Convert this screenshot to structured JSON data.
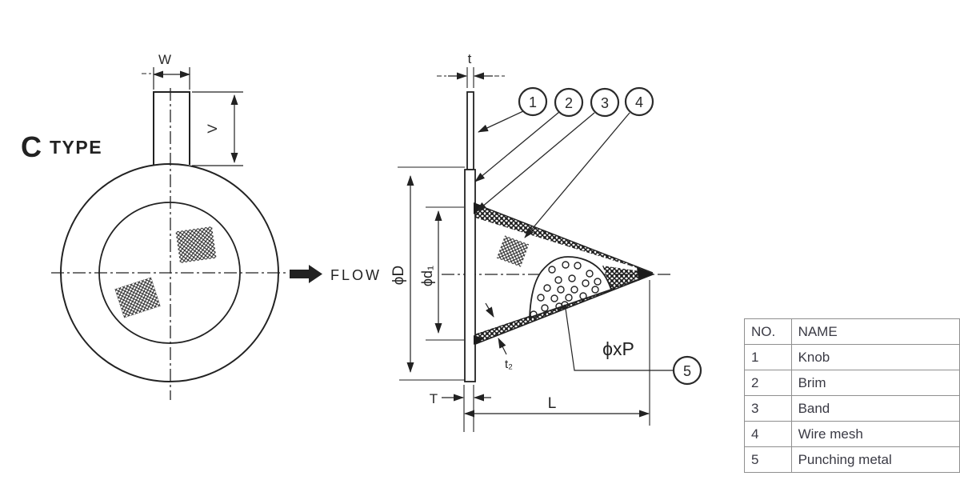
{
  "left_view": {
    "type_letter": "C",
    "type_word": "TYPE",
    "dim_w": "W",
    "dim_v": "V"
  },
  "flow": {
    "label": "FLOW"
  },
  "side_view": {
    "dim_t": "t",
    "dim_phi_d": "ϕD",
    "dim_phi_d1": "ϕd₁",
    "dim_t2": "t₂",
    "dim_T": "T",
    "dim_L": "L",
    "dim_phi_xp": "ϕxP"
  },
  "balloons": [
    {
      "num": "1"
    },
    {
      "num": "2"
    },
    {
      "num": "3"
    },
    {
      "num": "4"
    },
    {
      "num": "5"
    }
  ],
  "parts_table": {
    "col_no": "NO.",
    "col_name": "NAME",
    "rows": [
      {
        "no": "1",
        "name": "Knob"
      },
      {
        "no": "2",
        "name": "Brim"
      },
      {
        "no": "3",
        "name": "Band"
      },
      {
        "no": "4",
        "name": "Wire mesh"
      },
      {
        "no": "5",
        "name": "Punching metal"
      }
    ]
  },
  "colors": {
    "ink": "#222222",
    "table_border": "#8f8f8f",
    "table_text": "#3a3a44",
    "background": "#ffffff"
  }
}
